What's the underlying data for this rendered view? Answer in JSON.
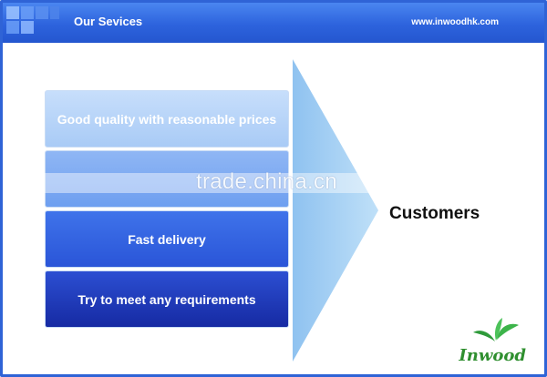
{
  "header": {
    "title": "Our Sevices",
    "website": "www.inwoodhk.com"
  },
  "diagram": {
    "items": [
      {
        "label": "Good quality with reasonable prices"
      },
      {
        "label": ""
      },
      {
        "label": "Fast delivery"
      },
      {
        "label": "Try to meet any requirements"
      }
    ],
    "target": "Customers"
  },
  "watermark": "trade.china.cn",
  "logo": {
    "text": "Inwood",
    "icon": "leaf-icon"
  },
  "colors": {
    "header": "#2d63dd",
    "arrow": "#a7d2f5",
    "box_light": "#b8d4f8",
    "box_dark": "#162aa3"
  }
}
